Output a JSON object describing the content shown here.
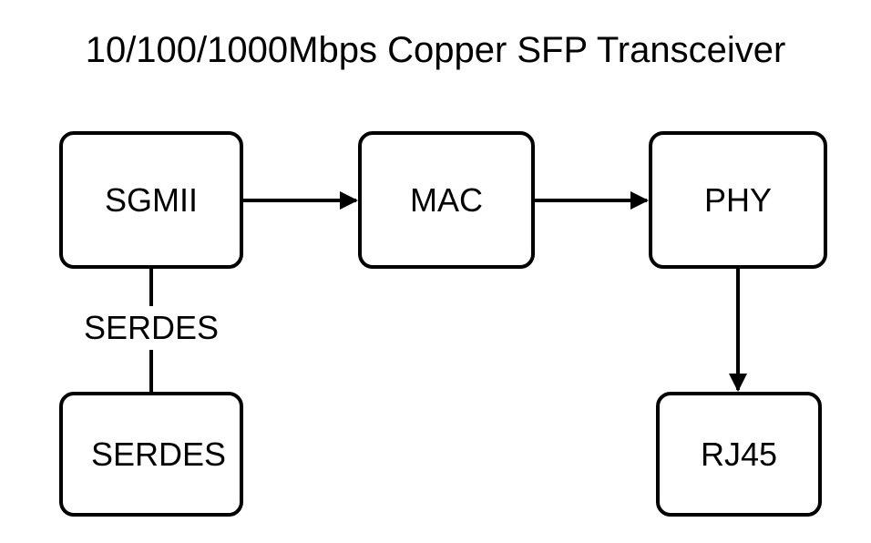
{
  "title": "10/100/1000Mbps Copper SFP Transceiver",
  "nodes": {
    "sgmii": {
      "label": "SGMII"
    },
    "mac": {
      "label": "MAC"
    },
    "phy": {
      "label": "PHY"
    },
    "serdes": {
      "label": "SERDES"
    },
    "rj45": {
      "label": "RJ45"
    }
  },
  "edges": {
    "sgmii_serdes": {
      "label": "SERDES"
    }
  },
  "colors": {
    "stroke": "#000000",
    "background": "#ffffff"
  }
}
